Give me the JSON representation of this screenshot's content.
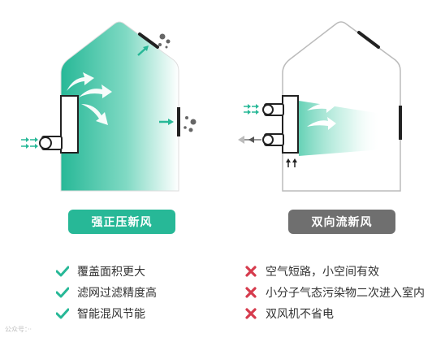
{
  "left": {
    "label": "强正压新风",
    "color": "#27b897",
    "advantages": [
      "覆盖面积更大",
      "滤网过滤精度高",
      "智能混风节能"
    ],
    "advantage_icon": "check-icon"
  },
  "right": {
    "label": "双向流新风",
    "color": "#6f6f6f",
    "disadvantages": [
      "空气短路，小空间有效",
      "小分子气态污染物二次进入室内",
      "双风机不省电"
    ],
    "disadvantage_icon": "cross-icon"
  },
  "colors": {
    "green": "#27b897",
    "cross_red": "#d63b4d",
    "house_outline": "#bbbbbb",
    "dark": "#222222"
  },
  "watermark": "公众号：··"
}
